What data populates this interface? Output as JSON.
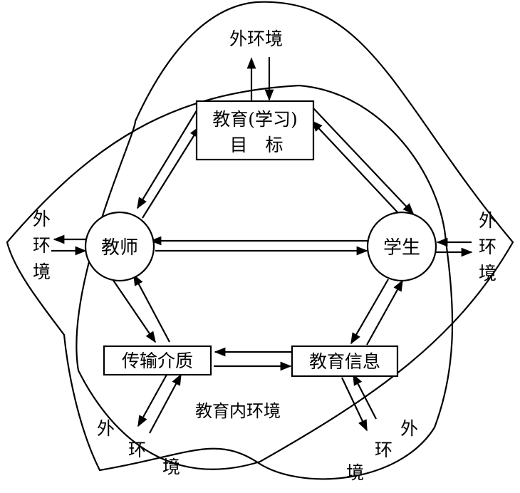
{
  "nodes": {
    "goal_line1": "教育(学习)",
    "goal_line2": "目　标",
    "teacher": "教师",
    "student": "学生",
    "medium": "传输介质",
    "info": "教育信息"
  },
  "inner_env": "教育内环境",
  "outer_env": {
    "top": "外环境",
    "left": [
      "外",
      "环",
      "境"
    ],
    "right": [
      "外",
      "环",
      "境"
    ],
    "bottom_left": [
      "外",
      "环",
      "境"
    ],
    "bottom_right": [
      "外",
      "环",
      "境"
    ]
  },
  "colors": {
    "ink": "#000000",
    "paper": "#ffffff"
  }
}
